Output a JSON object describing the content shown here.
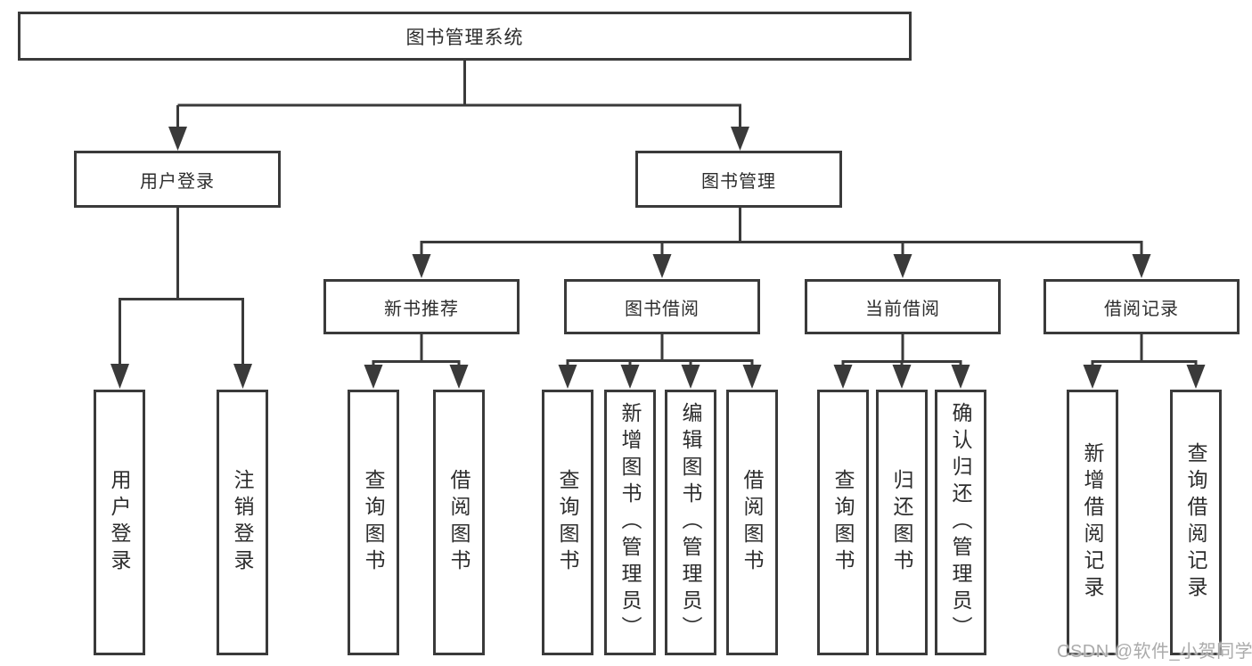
{
  "diagram_title": "图书管理系统",
  "nodes": {
    "root": "图书管理系统",
    "user_login": "用户登录",
    "book_management": "图书管理",
    "new_book_recommend": "新书推荐",
    "book_borrow": "图书借阅",
    "current_borrow": "当前借阅",
    "borrow_record": "借阅记录",
    "leaf_user_login": "用户登录",
    "leaf_logout": "注销登录",
    "leaf_rec_query_book": "查询图书",
    "leaf_rec_borrow_book": "借阅图书",
    "leaf_bb_query_book": "查询图书",
    "leaf_bb_add_book": "新增图书（管理员）",
    "leaf_bb_edit_book": "编辑图书（管理员）",
    "leaf_bb_borrow_book": "借阅图书",
    "leaf_cb_query_book": "查询图书",
    "leaf_cb_return_book": "归还图书",
    "leaf_cb_confirm_return": "确认归还（管理员）",
    "leaf_br_add_record": "新增借阅记录",
    "leaf_br_query_record": "查询借阅记录"
  },
  "watermark": "CSDN @软件_小贺同学",
  "colors": {
    "line": "#3a3a3a",
    "box_border": "#3a3a3a",
    "text": "#2d2d2d",
    "watermark": "#ababab",
    "background": "#ffffff"
  }
}
